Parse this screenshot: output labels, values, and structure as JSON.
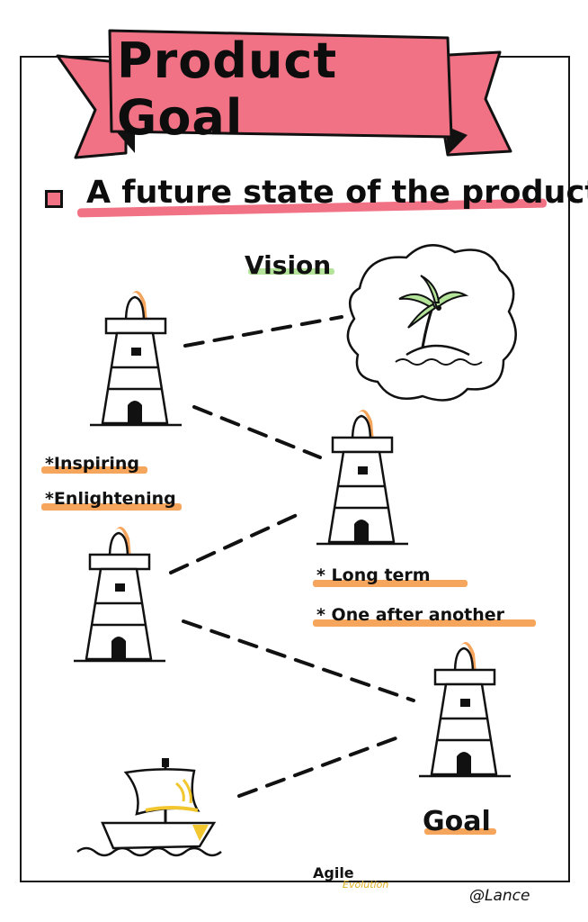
{
  "title": "Product Goal",
  "subtitle": "A future state of the product",
  "vision_label": "Vision",
  "goal_label": "Goal",
  "left_notes": [
    "*Inspiring",
    "*Enlightening"
  ],
  "right_notes": [
    "* Long term",
    "* One after another"
  ],
  "logo": {
    "line1": "Agile",
    "line2": "Evolution"
  },
  "signature": "@Lance",
  "colors": {
    "banner": "#f07284",
    "note_highlight": "#f6a55c",
    "vision_highlight": "#b4e39a",
    "sail_accent": "#f2c62e"
  }
}
